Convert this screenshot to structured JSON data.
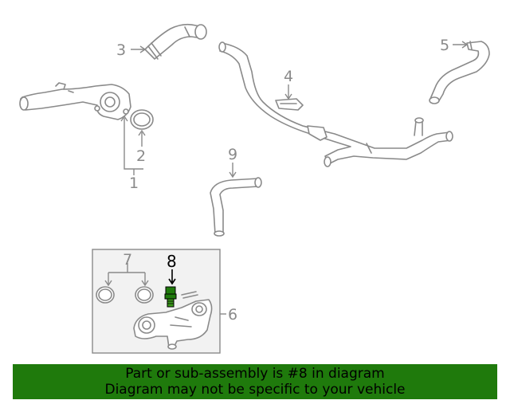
{
  "diagram": {
    "callouts": {
      "c1": "1",
      "c2": "2",
      "c3": "3",
      "c4": "4",
      "c5": "5",
      "c6": "6",
      "c7": "7",
      "c8": "8",
      "c9": "9"
    },
    "highlight_callout": "8",
    "colors": {
      "line": "#8a8a8a",
      "highlight_part": "#1f7a0c",
      "banner_bg": "#1f7a0c",
      "inset_bg": "#f2f2f2"
    }
  },
  "banner": {
    "line1": "Part or sub-assembly is #8 in diagram",
    "line2": "Diagram may not be specific to your vehicle"
  }
}
